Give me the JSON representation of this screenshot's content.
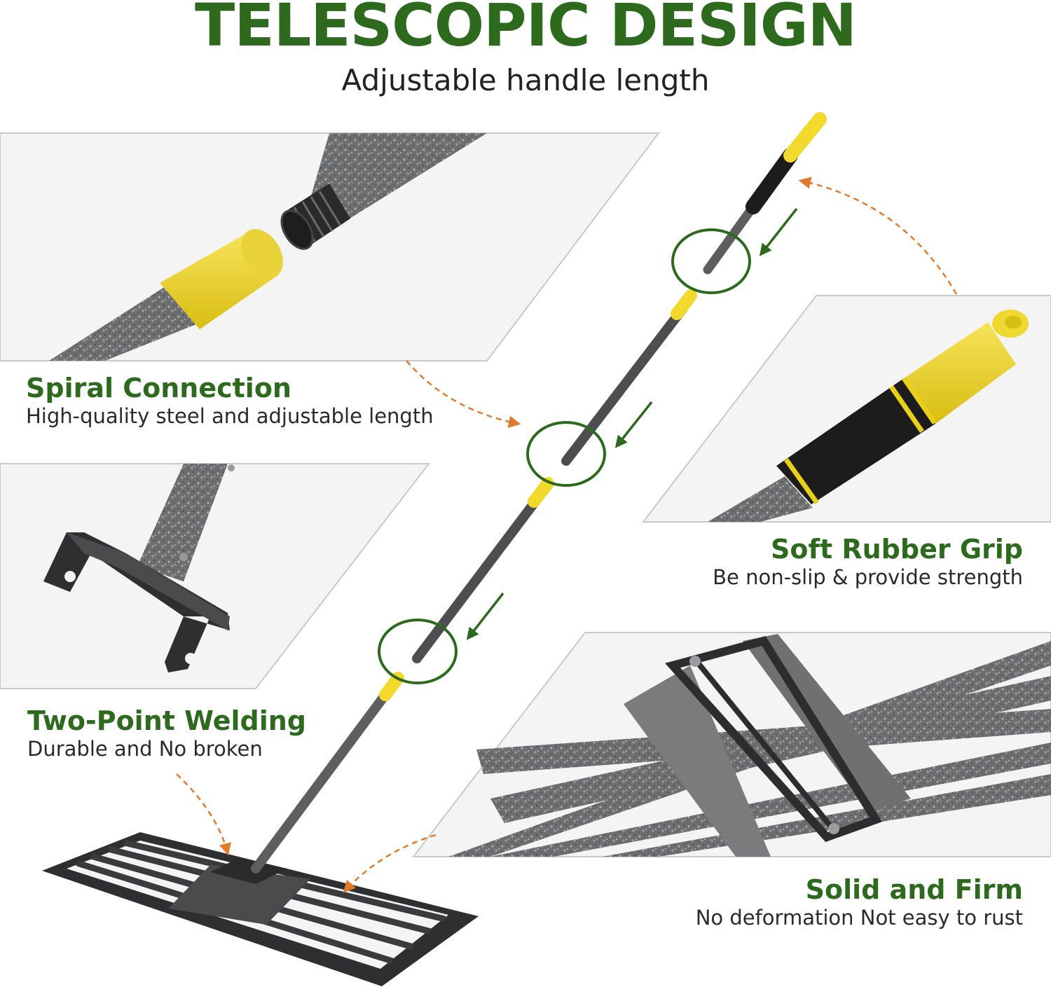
{
  "header": {
    "title": "TELESCOPIC DESIGN",
    "subtitle": "Adjustable handle length"
  },
  "features": [
    {
      "title": "Spiral Connection",
      "description": "High-quality steel and adjustable length"
    },
    {
      "title": "Soft Rubber Grip",
      "description": "Be non-slip & provide strength"
    },
    {
      "title": "Two-Point Welding",
      "description": "Durable and No broken"
    },
    {
      "title": "Solid and Firm",
      "description": "No deformation Not easy to rust"
    }
  ],
  "colors": {
    "brand_green": "#2d6a1e",
    "accent_orange": "#e07b2e",
    "handle_yellow": "#f2d92b",
    "steel_gray": "#6f7071",
    "grip_black": "#1c1c1c"
  }
}
